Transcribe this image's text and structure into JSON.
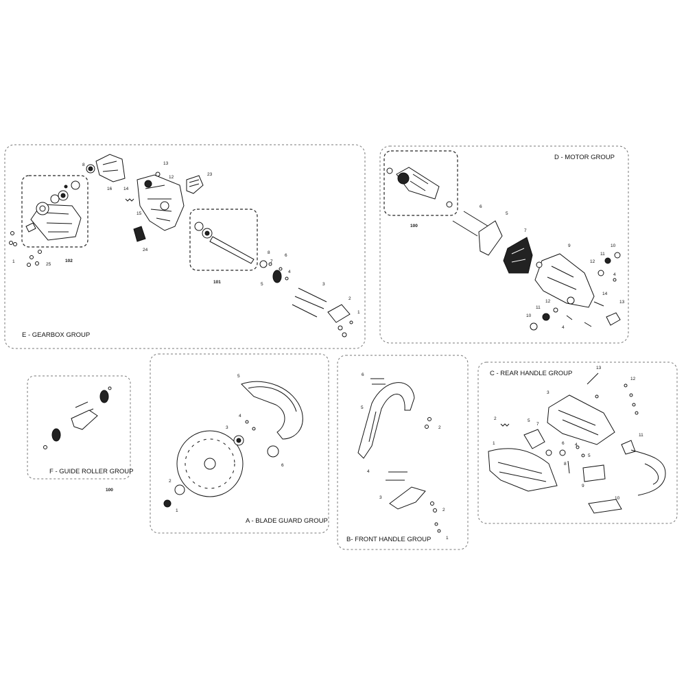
{
  "groups": {
    "E": {
      "label": "E - GEARBOX GROUP",
      "parts": [
        "1",
        "25",
        "102",
        "8",
        "16",
        "13",
        "12",
        "23",
        "14",
        "15",
        "24",
        "101",
        "8",
        "7",
        "6",
        "5",
        "4",
        "3",
        "2",
        "1"
      ]
    },
    "D": {
      "label": "D - MOTOR GROUP",
      "parts": [
        "100",
        "6",
        "5",
        "7",
        "9",
        "10",
        "11",
        "12",
        "4",
        "14",
        "12",
        "11",
        "10",
        "4",
        "13"
      ]
    },
    "F": {
      "label": "F - GUIDE ROLLER GROUP",
      "parts": [
        "100"
      ]
    },
    "A": {
      "label": "A - BLADE GUARD GROUP",
      "parts": [
        "5",
        "4",
        "3",
        "6",
        "2",
        "1"
      ]
    },
    "B": {
      "label": "B- FRONT HANDLE GROUP",
      "parts": [
        "6",
        "5",
        "2",
        "4",
        "3",
        "2",
        "1"
      ]
    },
    "C": {
      "label": "C - REAR HANDLE GROUP",
      "parts": [
        "13",
        "12",
        "3",
        "2",
        "5",
        "7",
        "6",
        "1",
        "4",
        "5",
        "8",
        "11",
        "9",
        "10"
      ]
    }
  },
  "colors": {
    "line": "#111111",
    "box": "#777777"
  }
}
